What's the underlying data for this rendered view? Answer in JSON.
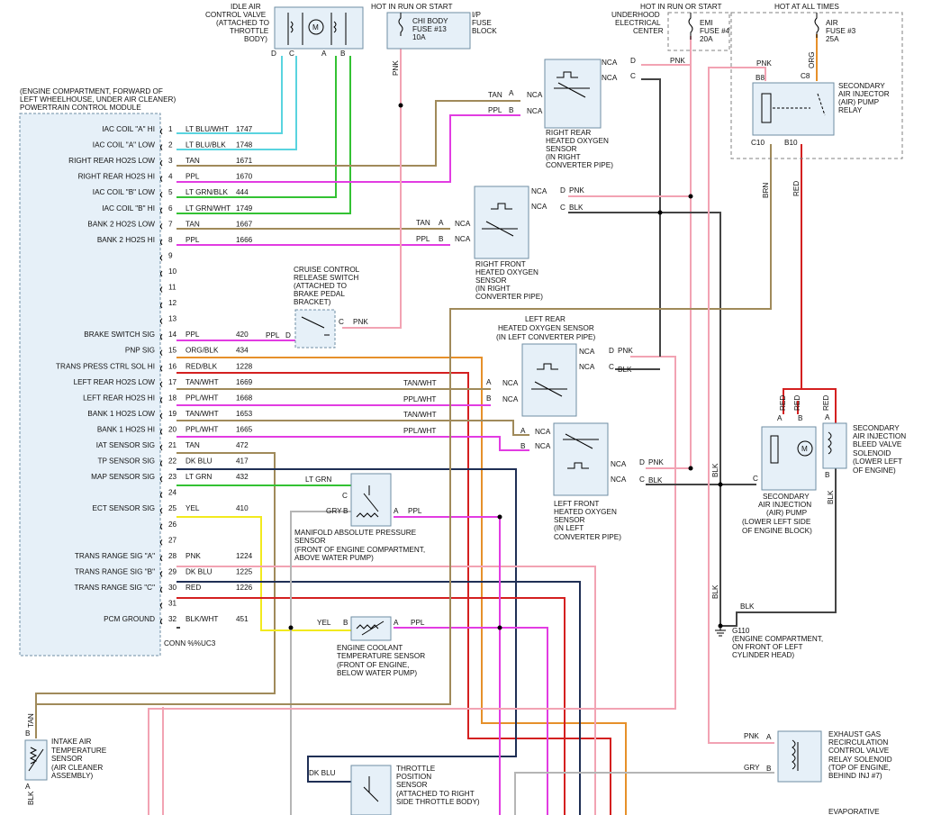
{
  "pcm": {
    "header": [
      "(ENGINE COMPARTMENT, FORWARD OF",
      "LEFT WHEELHOUSE, UNDER AIR CLEANER)",
      "POWERTRAIN CONTROL MODULE"
    ],
    "pins": [
      {
        "n": "1",
        "label": "IAC COIL \"A\" HI",
        "color": "LT BLU/WHT",
        "circuit": "1747"
      },
      {
        "n": "2",
        "label": "IAC COIL \"A\" LOW",
        "color": "LT BLU/BLK",
        "circuit": "1748"
      },
      {
        "n": "3",
        "label": "RIGHT REAR HO2S LOW",
        "color": "TAN",
        "circuit": "1671"
      },
      {
        "n": "4",
        "label": "RIGHT REAR HO2S HI",
        "color": "PPL",
        "circuit": "1670"
      },
      {
        "n": "5",
        "label": "IAC COIL \"B\" LOW",
        "color": "LT GRN/BLK",
        "circuit": "444"
      },
      {
        "n": "6",
        "label": "IAC COIL \"B\" HI",
        "color": "LT GRN/WHT",
        "circuit": "1749"
      },
      {
        "n": "7",
        "label": "BANK 2 HO2S LOW",
        "color": "TAN",
        "circuit": "1667"
      },
      {
        "n": "8",
        "label": "BANK 2 HO2S HI",
        "color": "PPL",
        "circuit": "1666"
      },
      {
        "n": "9",
        "label": "",
        "color": "",
        "circuit": ""
      },
      {
        "n": "10",
        "label": "",
        "color": "",
        "circuit": ""
      },
      {
        "n": "11",
        "label": "",
        "color": "",
        "circuit": ""
      },
      {
        "n": "12",
        "label": "",
        "color": "",
        "circuit": ""
      },
      {
        "n": "13",
        "label": "",
        "color": "",
        "circuit": ""
      },
      {
        "n": "14",
        "label": "BRAKE SWITCH SIG",
        "color": "PPL",
        "circuit": "420"
      },
      {
        "n": "15",
        "label": "PNP SIG",
        "color": "ORG/BLK",
        "circuit": "434"
      },
      {
        "n": "16",
        "label": "TRANS PRESS CTRL SOL HI",
        "color": "RED/BLK",
        "circuit": "1228"
      },
      {
        "n": "17",
        "label": "LEFT REAR HO2S LOW",
        "color": "TAN/WHT",
        "circuit": "1669"
      },
      {
        "n": "18",
        "label": "LEFT REAR HO2S HI",
        "color": "PPL/WHT",
        "circuit": "1668"
      },
      {
        "n": "19",
        "label": "BANK 1 HO2S LOW",
        "color": "TAN/WHT",
        "circuit": "1653"
      },
      {
        "n": "20",
        "label": "BANK 1 HO2S HI",
        "color": "PPL/WHT",
        "circuit": "1665"
      },
      {
        "n": "21",
        "label": "IAT SENSOR SIG",
        "color": "TAN",
        "circuit": "472"
      },
      {
        "n": "22",
        "label": "TP SENSOR SIG",
        "color": "DK BLU",
        "circuit": "417"
      },
      {
        "n": "23",
        "label": "MAP SENSOR SIG",
        "color": "LT GRN",
        "circuit": "432"
      },
      {
        "n": "24",
        "label": "",
        "color": "",
        "circuit": ""
      },
      {
        "n": "25",
        "label": "ECT SENSOR SIG",
        "color": "YEL",
        "circuit": "410"
      },
      {
        "n": "26",
        "label": "",
        "color": "",
        "circuit": ""
      },
      {
        "n": "27",
        "label": "",
        "color": "",
        "circuit": ""
      },
      {
        "n": "28",
        "label": "TRANS RANGE SIG \"A\"",
        "color": "PNK",
        "circuit": "1224"
      },
      {
        "n": "29",
        "label": "TRANS RANGE SIG \"B\"",
        "color": "DK BLU",
        "circuit": "1225"
      },
      {
        "n": "30",
        "label": "",
        "color": "RED",
        "circuit": "1226"
      },
      {
        "n": "31",
        "label": "",
        "color": "",
        "circuit": ""
      },
      {
        "n": "32",
        "label": "PCM GROUND",
        "color": "BLK/WHT",
        "circuit": "451"
      }
    ],
    "pin30_label": "TRANS RANGE SIG \"C\"",
    "connector": "CONN %%UC3"
  },
  "iac": {
    "lines": [
      "IDLE AIR",
      "CONTROL VALVE",
      "(ATTACHED TO",
      "THROTTLE",
      "BODY)"
    ],
    "pins": [
      "D",
      "C",
      "A",
      "B"
    ],
    "motor": "M"
  },
  "chi_fuse": {
    "heading": "HOT IN RUN OR START",
    "lines": [
      "CHI BODY",
      "FUSE #13",
      "10A"
    ],
    "block": [
      "I/P",
      "FUSE",
      "BLOCK"
    ],
    "wire": "PNK"
  },
  "emi_fuse": {
    "heading": "HOT IN RUN OR START",
    "center": [
      "UNDERHOOD",
      "ELECTRICAL",
      "CENTER"
    ],
    "lines": [
      "EMI",
      "FUSE #4",
      "20A"
    ],
    "wire": "PNK"
  },
  "air_fuse": {
    "heading": "HOT AT ALL TIMES",
    "lines": [
      "AIR",
      "FUSE #3",
      "25A"
    ],
    "wire": "ORG"
  },
  "relay": {
    "lines": [
      "SECONDARY",
      "AIR INJECTOR",
      "(AIR) PUMP",
      "RELAY"
    ],
    "pins": [
      "B8",
      "C8",
      "C10",
      "B10"
    ],
    "pnk": "PNK",
    "brn": "BRN",
    "red": "RED"
  },
  "rr_o2": {
    "lines": [
      "RIGHT REAR",
      "HEATED OXYGEN",
      "SENSOR",
      "(IN RIGHT",
      "CONVERTER PIPE)"
    ],
    "nca": "NCA",
    "tan": "TAN",
    "ppl": "PPL",
    "pins": [
      "A",
      "B",
      "D",
      "C"
    ]
  },
  "rf_o2": {
    "lines": [
      "RIGHT FRONT",
      "HEATED OXYGEN",
      "SENSOR",
      "(IN RIGHT",
      "CONVERTER PIPE)"
    ],
    "pnk": "PNK",
    "blk": "BLK"
  },
  "lr_o2": {
    "lines": [
      "LEFT REAR",
      "HEATED OXYGEN SENSOR",
      "(IN LEFT CONVERTER PIPE)"
    ]
  },
  "lf_o2": {
    "lines": [
      "LEFT FRONT",
      "HEATED OXYGEN",
      "SENSOR",
      "(IN LEFT",
      "CONVERTER PIPE)"
    ]
  },
  "wire_tags": {
    "tanwht": "TAN/WHT",
    "pplwht": "PPL/WHT",
    "ltgrn": "LT GRN",
    "gry": "GRY",
    "ppl": "PPL",
    "yel": "YEL",
    "dkblu": "DK BLU",
    "blk": "BLK",
    "tan": "TAN"
  },
  "cruise": {
    "lines": [
      "CRUISE CONTROL",
      "RELEASE SWITCH",
      "(ATTACHED TO",
      "BRAKE PEDAL",
      "BRACKET)"
    ]
  },
  "map": {
    "lines": [
      "MANIFOLD ABSOLUTE PRESSURE",
      "SENSOR",
      "(FRONT OF ENGINE COMPARTMENT,",
      "ABOVE WATER PUMP)"
    ]
  },
  "ect": {
    "lines": [
      "ENGINE COOLANT",
      "TEMPERATURE SENSOR",
      "(FRONT OF ENGINE,",
      "BELOW WATER PUMP)"
    ]
  },
  "air_pump": {
    "lines": [
      "SECONDARY",
      "AIR INJECTION",
      "(AIR) PUMP",
      "(LOWER LEFT SIDE",
      "OF ENGINE BLOCK)"
    ]
  },
  "bleed": {
    "lines": [
      "SECONDARY",
      "AIR INJECTION",
      "BLEED VALVE",
      "SOLENOID",
      "(LOWER LEFT",
      "OF ENGINE)"
    ]
  },
  "ground": {
    "lines": [
      "G110",
      "(ENGINE COMPARTMENT,",
      "ON FRONT OF LEFT",
      "CYLINDER HEAD)"
    ]
  },
  "iat": {
    "lines": [
      "INTAKE AIR",
      "TEMPERATURE",
      "SENSOR",
      "(AIR CLEANER",
      "ASSEMBLY)"
    ]
  },
  "tps": {
    "lines": [
      "THROTTLE",
      "POSITION",
      "SENSOR",
      "(ATTACHED TO RIGHT",
      "SIDE THROTTLE BODY)"
    ]
  },
  "egr": {
    "lines": [
      "EXHAUST GAS",
      "RECIRCULATION",
      "CONTROL VALVE",
      "RELAY SOLENOID",
      "(TOP OF ENGINE,",
      "BEHIND INJ #7)"
    ]
  },
  "evap": {
    "lines": [
      "EVAPORATIVE"
    ]
  },
  "colors": {
    "ltblu": "#59d4df",
    "ltgrn": "#33c233",
    "tan": "#a08a5a",
    "ppl": "#e23ce2",
    "pnk": "#f2a3b3",
    "red": "#d42020",
    "dkblu": "#1f2f55",
    "yel": "#f2ea1e",
    "org": "#e6902a",
    "gry": "#b5b5b5",
    "blk": "#444444",
    "brn": "#8a7a40"
  }
}
